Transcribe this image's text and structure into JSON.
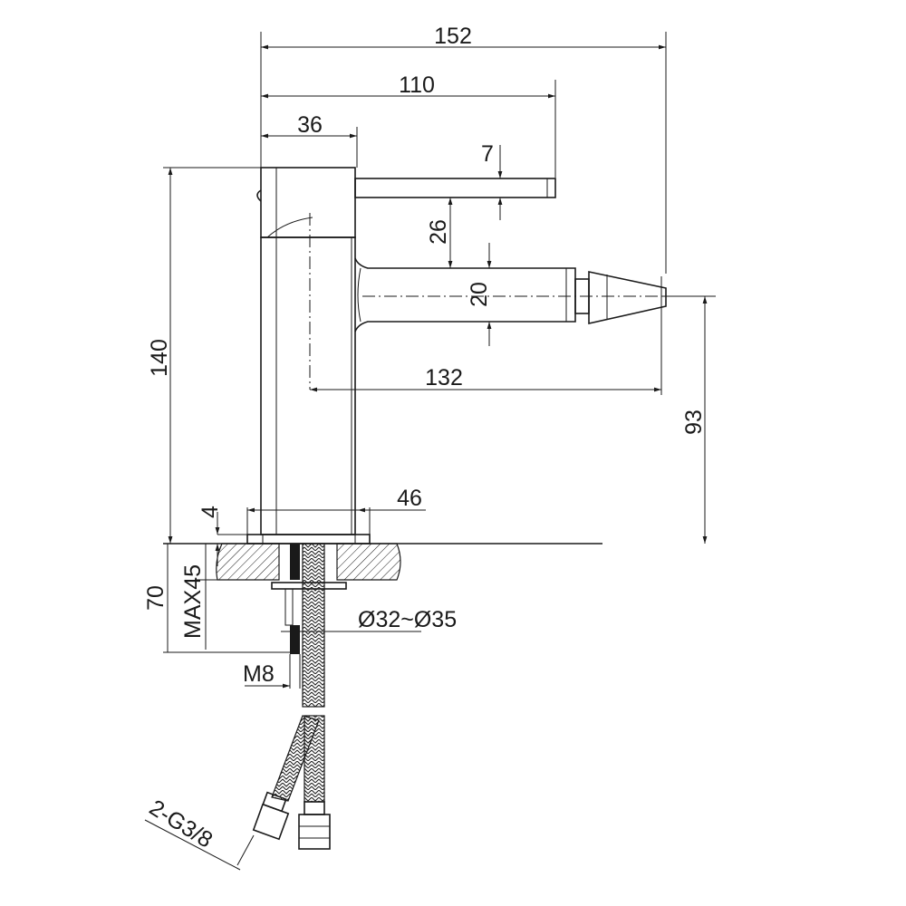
{
  "drawing": {
    "dimensions": {
      "overall_width": "152",
      "lever_reach": "110",
      "body_width": "36",
      "lever_thickness": "7",
      "lever_to_spout": "26",
      "spout_height": "20",
      "spout_reach": "132",
      "overall_height": "140",
      "spout_outlet_height": "93",
      "base_diameter": "46",
      "base_thickness": "4",
      "below_counter": "70",
      "max_counter_thickness": "MAX45",
      "hole_diameter": "Ø32~Ø35",
      "stud_thread": "M8",
      "hose_connection": "2-G3/8"
    }
  }
}
